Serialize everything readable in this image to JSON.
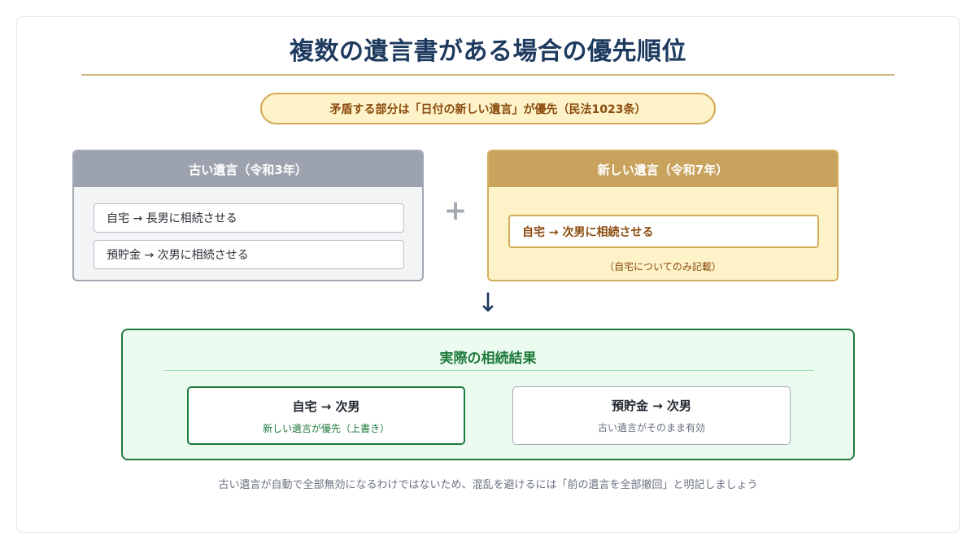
{
  "title": "複数の遺言書がある場合の優先順位",
  "rule_note": "矛盾する部分は「日付の新しい遺言」が優先（民法1023条）",
  "old_will": {
    "header": "古い遺言（令和3年）",
    "items": [
      "自宅 → 長男に相続させる",
      "預貯金 → 次男に相続させる"
    ]
  },
  "new_will": {
    "header": "新しい遺言（令和7年）",
    "item": "自宅 → 次男に相続させる",
    "note": "（自宅についてのみ記載）"
  },
  "plus_symbol": "+",
  "arrow_symbol": "↓",
  "result": {
    "title": "実際の相続結果",
    "boxes": [
      {
        "main": "自宅 → 次男",
        "sub": "新しい遺言が優先（上書き）"
      },
      {
        "main": "預貯金 → 次男",
        "sub": "古い遺言がそのまま有効"
      }
    ]
  },
  "footer_note": "古い遺言が自動で全部無効になるわけではないため、混乱を避けるには「前の遺言を全部撤回」と明記しましょう",
  "colors": {
    "title": "#1e3a5f",
    "accent_gold": "#c9a35e",
    "old_gray": "#9ca3ae",
    "result_green": "#1f7a3d",
    "note_brown": "#8a4b0e"
  }
}
